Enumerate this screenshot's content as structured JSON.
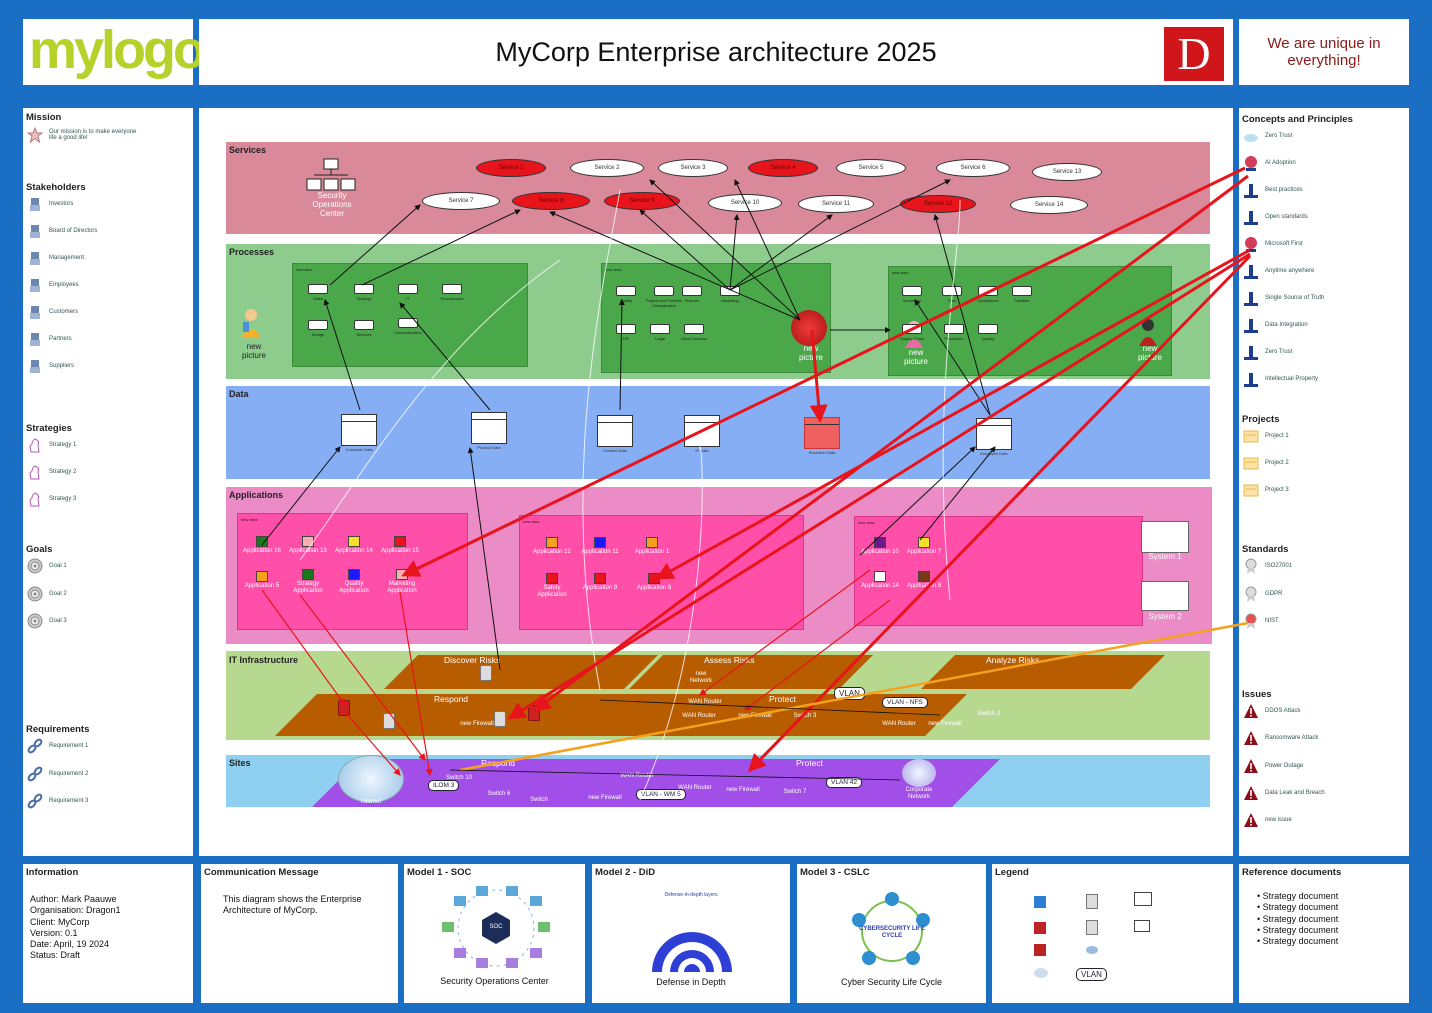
{
  "header": {
    "logo_text": "mylogo",
    "title": "MyCorp Enterprise architecture 2025",
    "badge_letter": "D",
    "tagline": "We are unique in everything!"
  },
  "left": {
    "mission": {
      "title": "Mission",
      "text": "Our mission is to make everyone life a good life!"
    },
    "stakeholders": {
      "title": "Stakeholders",
      "items": [
        "Investors",
        "Board of Directors",
        "Management",
        "Employees",
        "Customers",
        "Partners",
        "Suppliers"
      ]
    },
    "strategies": {
      "title": "Strategies",
      "items": [
        "Strategy 1",
        "Strategy 2",
        "Strategy 3"
      ]
    },
    "goals": {
      "title": "Goals",
      "items": [
        "Goal 1",
        "Goal 2",
        "Goal 3"
      ]
    },
    "requirements": {
      "title": "Requirements",
      "items": [
        "Requirement 1",
        "Requirement 2",
        "Requirement 3"
      ]
    }
  },
  "right": {
    "concepts": {
      "title": "Concepts and Principles",
      "items": [
        "Zero Trust",
        "AI Adoption",
        "Best practices",
        "Open standards",
        "Microsoft First",
        "Anytime anywhere",
        "Single Source of Truth",
        "Data Integration",
        "Zero Trust",
        "Intellectual Property"
      ]
    },
    "projects": {
      "title": "Projects",
      "items": [
        "Project 1",
        "Project 2",
        "Project 3"
      ]
    },
    "standards": {
      "title": "Standards",
      "items": [
        "ISO27001",
        "GDPR",
        "NIST"
      ]
    },
    "issues": {
      "title": "Issues",
      "items": [
        "DDOS Attack",
        "Ransomware Attack",
        "Power Outage",
        "Data Leak and Breach",
        "new issue"
      ]
    }
  },
  "diagram": {
    "services": {
      "label": "Services",
      "soc_label": "Security Operations Center",
      "items": [
        {
          "t": "Service 1",
          "red": true
        },
        {
          "t": "Service 2",
          "red": false
        },
        {
          "t": "Service 3",
          "red": false
        },
        {
          "t": "Service 4",
          "red": true
        },
        {
          "t": "Service 5",
          "red": false
        },
        {
          "t": "Service 6",
          "red": false
        },
        {
          "t": "Service 13",
          "red": false
        },
        {
          "t": "Service 7",
          "red": false
        },
        {
          "t": "Service 8",
          "red": true
        },
        {
          "t": "Service 9",
          "red": true
        },
        {
          "t": "Service 10",
          "red": false
        },
        {
          "t": "Service 11",
          "red": false
        },
        {
          "t": "Service 12",
          "red": true
        },
        {
          "t": "Service 14",
          "red": false
        }
      ]
    },
    "processes": {
      "label": "Processes",
      "new_picture": "new picture",
      "g1": [
        "Sales",
        "Strategy",
        "IT",
        "Procurement",
        "Design",
        "Services",
        "Communication"
      ],
      "g2": [
        "Quality",
        "Project and Portfolio Management",
        "Finance",
        "Marketing",
        "HR",
        "Legal",
        "Client Success"
      ],
      "g3": [
        "Innovation",
        "Risk",
        "Compliance",
        "Facilities",
        "Supply Chain",
        "Production",
        "Quality"
      ],
      "group_tag": "new area"
    },
    "data": {
      "label": "Data",
      "items": [
        "Customer Data",
        "Product Data",
        "Content Data",
        "IP Data",
        "Research Data",
        "Employee Data"
      ]
    },
    "applications": {
      "label": "Applications",
      "g1": [
        "Application 16",
        "Application 13",
        "Application 14",
        "Application 15",
        "Application 5",
        "Strategy Application",
        "Quality Application",
        "Marketing Application"
      ],
      "g2": [
        "Application 12",
        "Application 11",
        "Application 1",
        "Safety Application",
        "Application 9",
        "Application 6"
      ],
      "g3": [
        "Application 10",
        "Application 7",
        "Application 14",
        "Application 8"
      ],
      "systems": [
        "System 1",
        "System 2"
      ]
    },
    "infra": {
      "label": "IT Infrastructure",
      "bands": [
        "Discover Risks",
        "Assess Risks",
        "Analyze Risks",
        "Respond",
        "Protect"
      ],
      "devices": [
        "new Network",
        "WAN Router",
        "new Firewall",
        "WAN Router",
        "new Firewall",
        "Switch 3",
        "WAN Router",
        "new Firewall",
        "Switch 2"
      ],
      "vlans": [
        "VLAN",
        "VLAN - NFS"
      ]
    },
    "sites": {
      "label": "Sites",
      "bands": [
        "Respond",
        "Protect"
      ],
      "devices": [
        "Switch 10",
        "Switch 6",
        "Switch",
        "WAN Router",
        "new Firewall",
        "WAN Router",
        "new Firewall",
        "Switch 7",
        "Corporate Network",
        "Internet"
      ],
      "vlans": [
        "ILOM 3",
        "VLAN - WM 5",
        "VLAN 42"
      ]
    }
  },
  "footer": {
    "information": {
      "title": "Information",
      "lines": [
        "Author: Mark Paauwe",
        "Organisation: Dragon1",
        "Client: MyCorp",
        "Version: 0.1",
        "Date: April, 19 2024",
        "Status: Draft"
      ]
    },
    "communication": {
      "title": "Communication Message",
      "text": "This diagram shows the Enterprise Architecture of MyCorp."
    },
    "model1": {
      "title": "Model 1 - SOC",
      "caption": "Security Operations Center",
      "center": "SOC"
    },
    "model2": {
      "title": "Model 2 - DiD",
      "caption": "Defense in Depth",
      "heading": "Defense-in-depth layers"
    },
    "model3": {
      "title": "Model 3 - CSLC",
      "caption": "Cyber Security Life Cycle",
      "center": "CYBERSECURITY LIFE CYCLE"
    },
    "legend": {
      "title": "Legend",
      "vlan": "VLAN"
    },
    "references": {
      "title": "Reference documents",
      "items": [
        "Strategy document",
        "Strategy document",
        "Strategy document",
        "Strategy document",
        "Strategy document"
      ]
    }
  },
  "colors": {
    "frame": "#1a6fc4",
    "services": "#d9899a",
    "processes": "#8ecc8e",
    "data": "#85aef5",
    "applications": "#ec8cc6",
    "infra": "#b7d98f",
    "sites": "#8fd0f0",
    "red": "#e8141c",
    "orange": "#f5a11b"
  }
}
